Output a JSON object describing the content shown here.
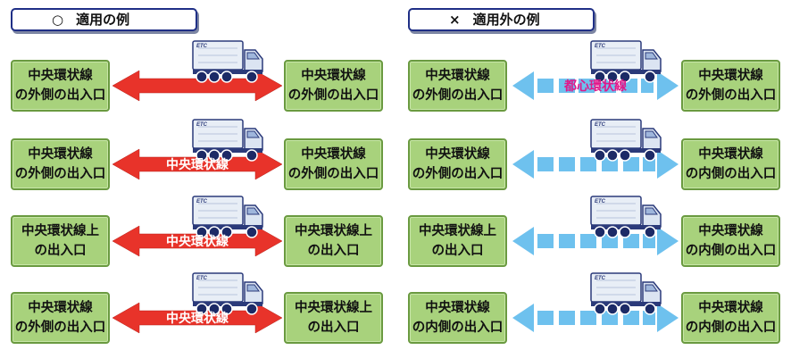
{
  "headers": {
    "left": {
      "mark": "○",
      "text": "適用の例"
    },
    "right": {
      "mark": "×",
      "text": "適用外の例"
    }
  },
  "left_rows": [
    {
      "from": [
        "中央環状線",
        "の外側の出入口"
      ],
      "to": [
        "中央環状線",
        "の外側の出入口"
      ],
      "route": ""
    },
    {
      "from": [
        "中央環状線",
        "の外側の出入口"
      ],
      "to": [
        "中央環状線",
        "の外側の出入口"
      ],
      "route": "中央環状線"
    },
    {
      "from": [
        "中央環状線上",
        "の出入口"
      ],
      "to": [
        "中央環状線上",
        "の出入口"
      ],
      "route": "中央環状線"
    },
    {
      "from": [
        "中央環状線",
        "の外側の出入口"
      ],
      "to": [
        "中央環状線上",
        "の出入口"
      ],
      "route": "中央環状線"
    }
  ],
  "right_rows": [
    {
      "from": [
        "中央環状線",
        "の外側の出入口"
      ],
      "to": [
        "中央環状線",
        "の外側の出入口"
      ],
      "route": "都心環状線"
    },
    {
      "from": [
        "中央環状線",
        "の外側の出入口"
      ],
      "to": [
        "中央環状線",
        "の内側の出入口"
      ],
      "route": ""
    },
    {
      "from": [
        "中央環状線上",
        "の出入口"
      ],
      "to": [
        "中央環状線",
        "の内側の出入口"
      ],
      "route": ""
    },
    {
      "from": [
        "中央環状線",
        "の内側の出入口"
      ],
      "to": [
        "中央環状線",
        "の内側の出入口"
      ],
      "route": ""
    }
  ],
  "truck_label": "ETC",
  "colors": {
    "header_border": "#1f2f86",
    "box_fill": "#a8d27c",
    "box_border": "#6a9a40",
    "red_arrow": "#e8332a",
    "blue_arrow": "#6ec1ee",
    "route_pink": "#e0178a"
  }
}
